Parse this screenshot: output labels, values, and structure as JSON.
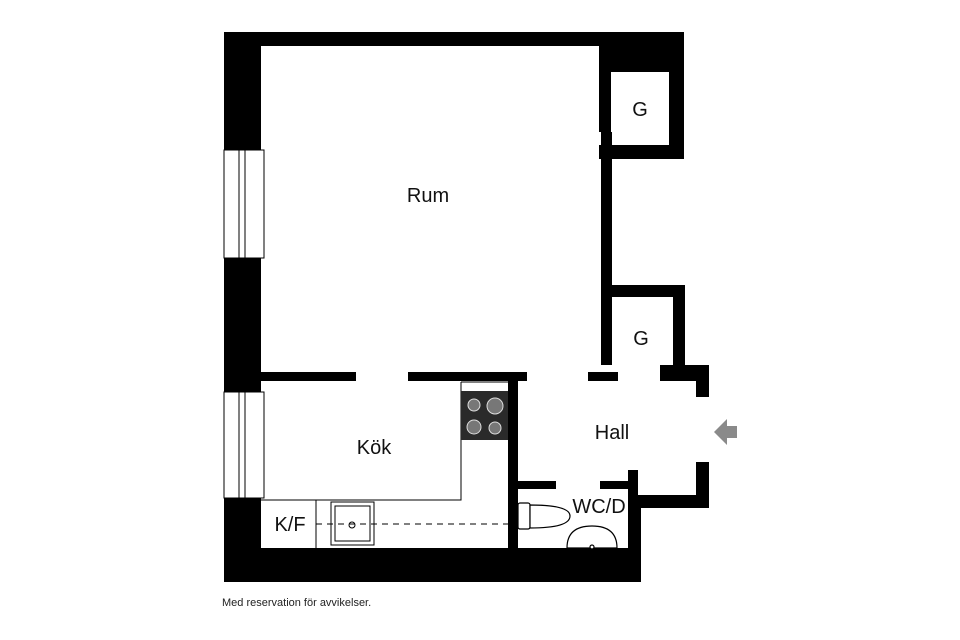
{
  "floorplan": {
    "rooms": {
      "rum": "Rum",
      "kok": "Kök",
      "hall": "Hall",
      "wcd": "WC/D",
      "kf": "K/F",
      "g_top": "G",
      "g_mid": "G"
    },
    "entrance_marker": "entrance-arrow-icon"
  },
  "footer": {
    "disclaimer": "Med reservation för avvikelser."
  }
}
